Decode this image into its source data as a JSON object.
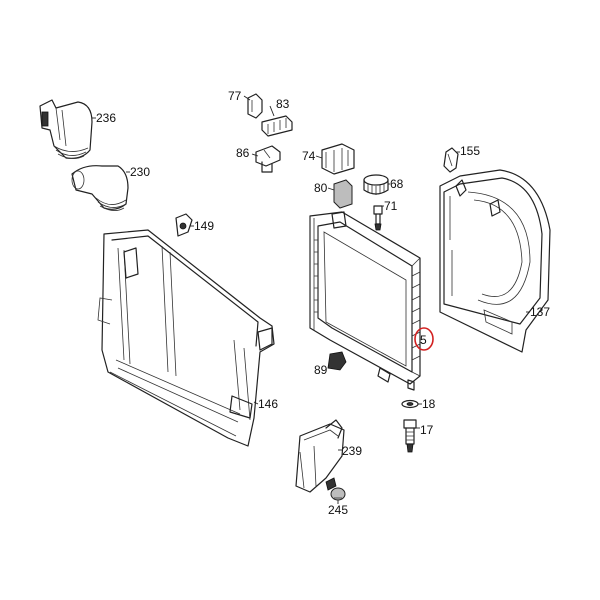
{
  "parts": [
    {
      "id": "236",
      "label": "236"
    },
    {
      "id": "230",
      "label": "230"
    },
    {
      "id": "77",
      "label": "77"
    },
    {
      "id": "83",
      "label": "83"
    },
    {
      "id": "86",
      "label": "86"
    },
    {
      "id": "74",
      "label": "74"
    },
    {
      "id": "80",
      "label": "80"
    },
    {
      "id": "68",
      "label": "68"
    },
    {
      "id": "71",
      "label": "71"
    },
    {
      "id": "149",
      "label": "149"
    },
    {
      "id": "155",
      "label": "155"
    },
    {
      "id": "137",
      "label": "137"
    },
    {
      "id": "5",
      "label": "5"
    },
    {
      "id": "89",
      "label": "89"
    },
    {
      "id": "146",
      "label": "146"
    },
    {
      "id": "18",
      "label": "18"
    },
    {
      "id": "17",
      "label": "17"
    },
    {
      "id": "239",
      "label": "239"
    },
    {
      "id": "245",
      "label": "245"
    }
  ],
  "highlight": {
    "part": "5",
    "color": "#d22020"
  }
}
